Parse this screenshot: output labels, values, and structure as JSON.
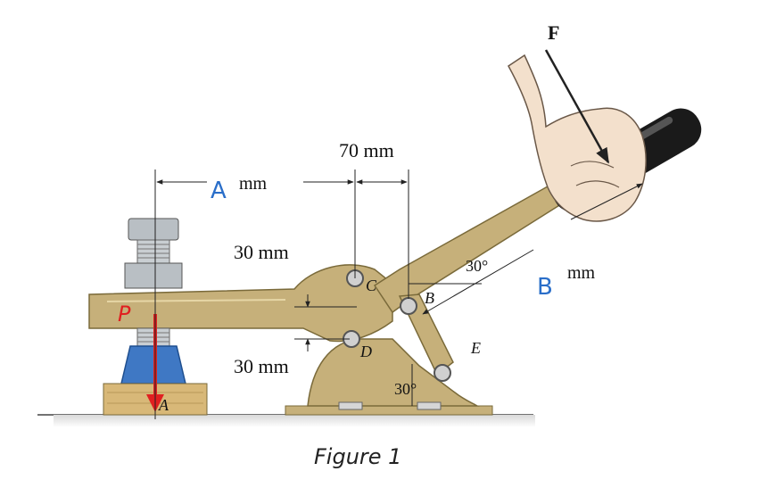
{
  "diagram": {
    "figure_caption": "Figure 1",
    "labels": {
      "force_F": "F",
      "force_P": "P",
      "dim_A_var": "A",
      "dim_A_unit": "mm",
      "dim_70": "70 mm",
      "dim_30_top": "30 mm",
      "dim_30_bottom": "30 mm",
      "dim_B_var": "B",
      "dim_B_unit": "mm",
      "angle_30_upper": "30°",
      "angle_30_lower": "30°",
      "pin_A": "A",
      "pin_B": "B",
      "pin_C": "C",
      "pin_D": "D",
      "pin_E": "E"
    },
    "colors": {
      "clamp_body": "#c6b07a",
      "clamp_edge": "#7a6a3a",
      "handle_grip": "#1a1a1a",
      "screw": "#b9bfc4",
      "foot": "#3f78c4",
      "block": "#d8b878",
      "arrow_P": "#e02020",
      "label_blue": "#2a6ec9",
      "skin": "#f3e0cc"
    },
    "icons": [
      "hand-icon"
    ]
  }
}
